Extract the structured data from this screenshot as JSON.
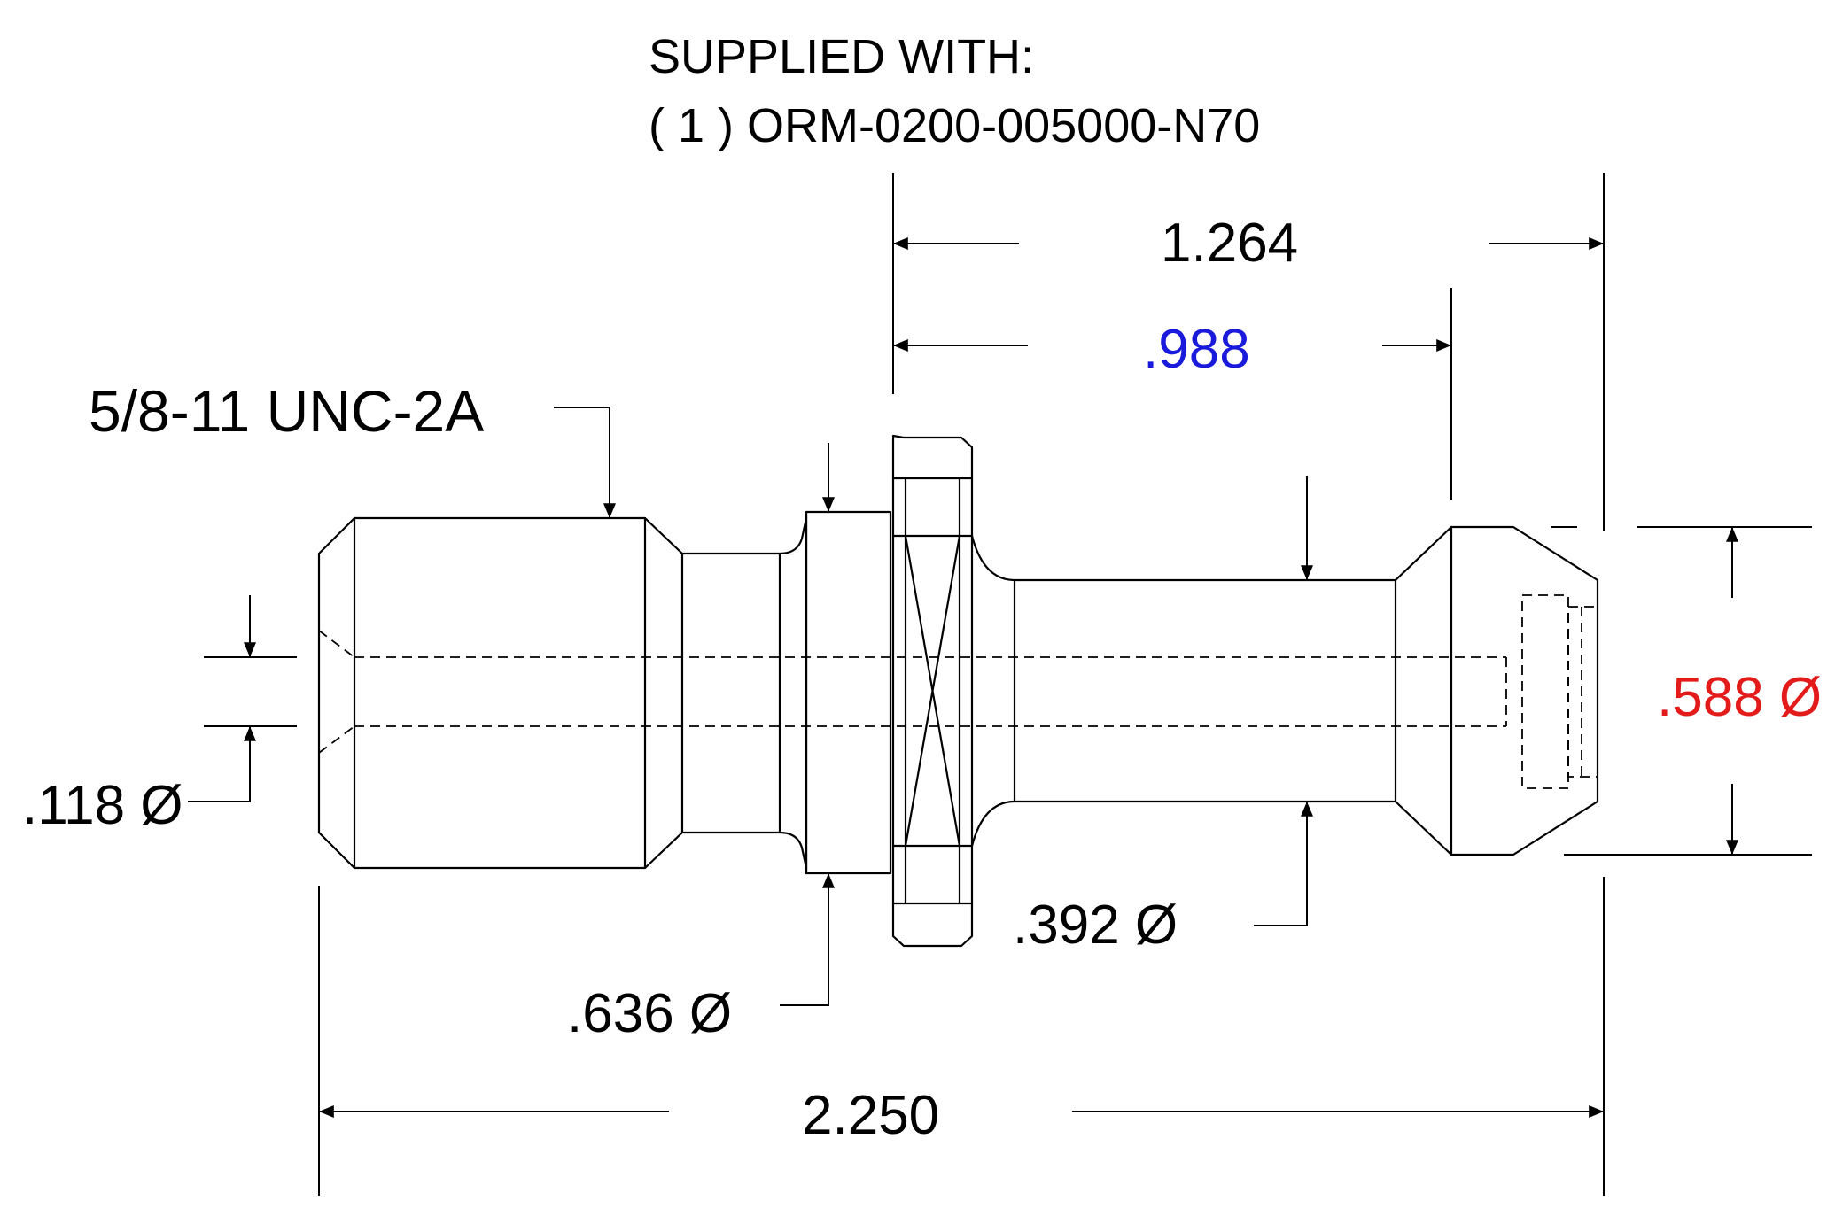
{
  "note": {
    "line1": "SUPPLIED WITH:",
    "line2": "( 1 ) ORM-0200-005000-N70"
  },
  "dimensions": {
    "flange_to_end": "1.264",
    "flange_to_taper": ".988",
    "thread_callout": "5/8-11 UNC-2A",
    "through_hole_dia": ".118 Ø",
    "pilot_dia": ".636 Ø",
    "neck_dia": ".392  Ø",
    "head_dia": ".588 Ø",
    "overall_length": "2.250"
  },
  "colors": {
    "line": "#000000",
    "flange_to_taper": "#1a1adc",
    "head_dia": "#e31b1b"
  }
}
